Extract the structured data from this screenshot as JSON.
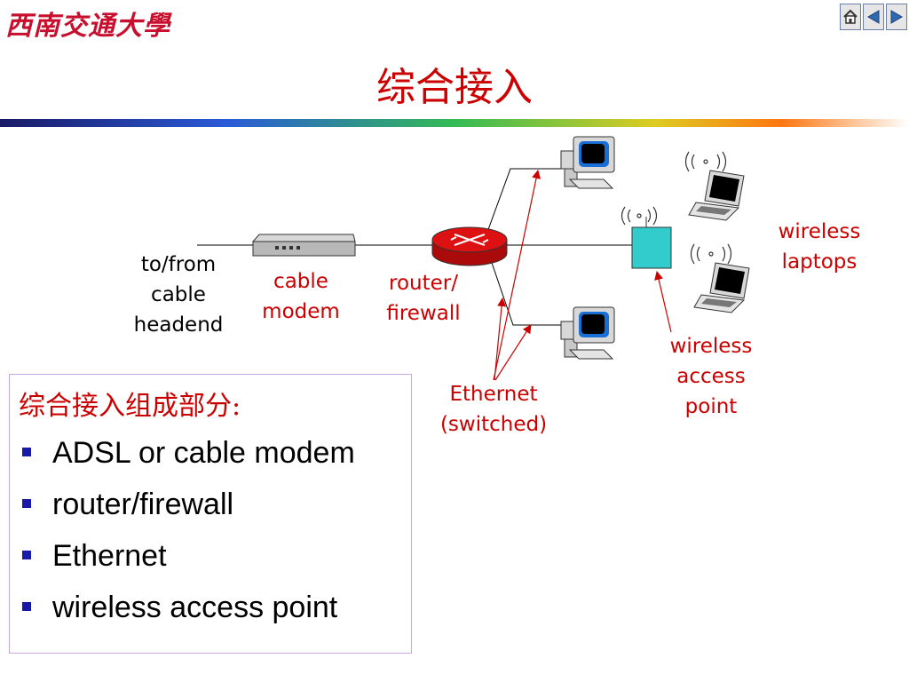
{
  "header": {
    "logo_text": "西南交通大學",
    "title": "综合接入",
    "nav": [
      {
        "name": "home",
        "icon": "home-icon"
      },
      {
        "name": "previous",
        "icon": "triangle-left-icon"
      },
      {
        "name": "next",
        "icon": "triangle-right-icon"
      }
    ]
  },
  "diagram": {
    "labels": {
      "headend": [
        "to/from",
        "cable",
        "headend"
      ],
      "cable_modem": [
        "cable",
        "modem"
      ],
      "router": [
        "router/",
        "firewall"
      ],
      "ethernet": [
        "Ethernet",
        "(switched)"
      ],
      "wap": [
        "wireless",
        "access",
        "point"
      ],
      "laptops": [
        "wireless",
        "laptops"
      ]
    },
    "colors": {
      "label_red": "#cc0000",
      "router_fill": "#dd1111",
      "access_point_fill": "#33cccc",
      "computer_screen": "#1a6fd6"
    }
  },
  "panel": {
    "heading": "综合接入组成部分:",
    "items": [
      "ADSL or cable modem",
      "router/firewall",
      "Ethernet",
      "wireless access  point"
    ]
  }
}
